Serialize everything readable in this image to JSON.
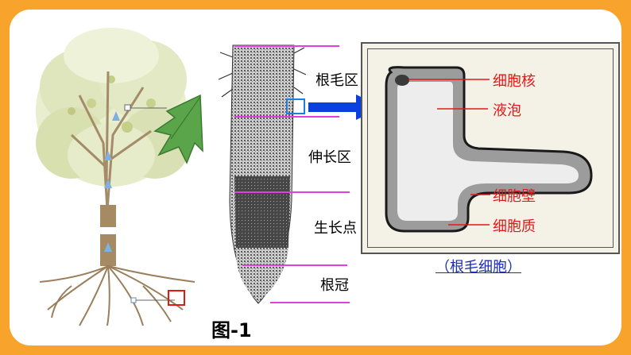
{
  "root_zones": [
    "根毛区",
    "伸长区",
    "生长点",
    "根冠"
  ],
  "cell_parts": [
    "细胞核",
    "液泡",
    "细胞壁",
    "细胞质"
  ],
  "cell_caption": "（根毛细胞）",
  "figure_label": "图-1",
  "colors": {
    "frame": "#f7a32c",
    "callout_red": "#e11919",
    "caption_blue": "#1c2fb3",
    "zone_line": "#e040e0",
    "arrow": "#0b3fe0"
  }
}
